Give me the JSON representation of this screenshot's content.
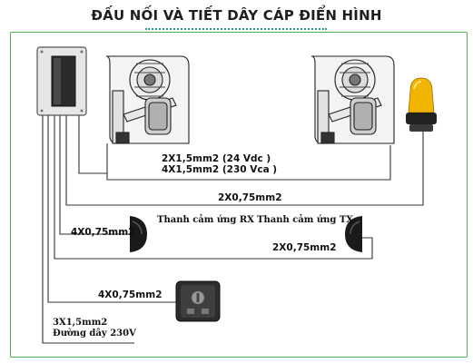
{
  "title": "ĐẤU NỐI VÀ TIẾT DÂY CÁP ĐIỂN HÌNH",
  "labels": {
    "motor_cable_line1": "2X1,5mm2 (24 Vdc )",
    "motor_cable_line2": "4X1,5mm2 (230 Vca )",
    "lamp_cable": "2X0,75mm2",
    "rx_cable": "4X0,75mm2",
    "rx_sensor": "Thanh cảm ứng RX",
    "tx_sensor": "Thanh cảm ứng TX",
    "tx_cable": "2X0,75mm2",
    "key_cable": "4X0,75mm2",
    "power_line1": "3X1,5mm2",
    "power_line2": "Đường dây 230V"
  },
  "colors": {
    "frame": "#4cae4f",
    "wire": "#333333",
    "lamp_yellow": "#f2b400",
    "lamp_base": "#222222"
  }
}
